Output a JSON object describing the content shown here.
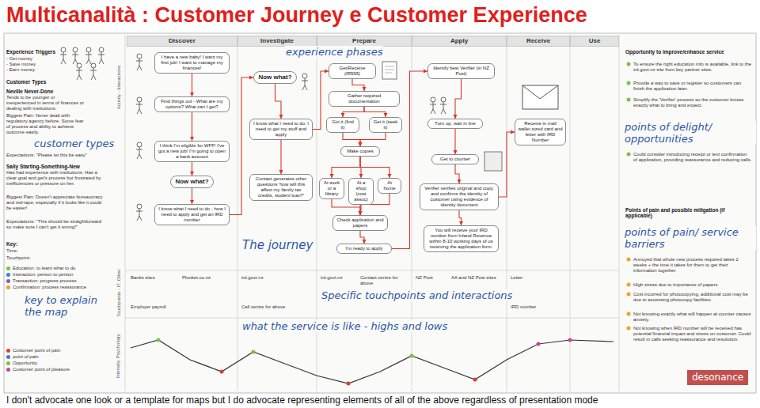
{
  "diagram": {
    "title": "Multicanalità :  Customer Journey e Customer Experience",
    "caption": "I don't advocate one look or a template for maps but I do advocate representing elements of all of the above regardless of presentation mode",
    "nodes": [
      {
        "text": [
          "Discover"
        ]
      },
      {
        "text": [
          "Investigate"
        ]
      },
      {
        "text": [
          "Prepare"
        ]
      },
      {
        "text": [
          "Apply"
        ]
      },
      {
        "text": [
          "Receive"
        ]
      },
      {
        "text": [
          "Use"
        ]
      },
      {
        "text": [
          "I have a new baby! I want my first job! I want to manage my finances!"
        ]
      },
      {
        "text": [
          "Find things out - What are my options? What can I get?"
        ]
      },
      {
        "text": [
          "I think I'm eligible for WFF! I've got a new job! I'm going to open a bank account"
        ]
      },
      {
        "text": [
          "Now what?"
        ]
      },
      {
        "text": [
          "I know what I need to do - how I need to apply and get an IRD number"
        ]
      },
      {
        "text": [
          "Now what?"
        ]
      },
      {
        "text": [
          "I know what I need to do. I need to get my stuff and apply"
        ]
      },
      {
        "text": [
          "Contact generates other questions 'how will this affect my family tax credits, student loan?'"
        ]
      },
      {
        "text": [
          "Get/Receive (IR595)"
        ]
      },
      {
        "text": [
          "Gather required documentation"
        ]
      },
      {
        "text": [
          "Got it (find it)"
        ]
      },
      {
        "text": [
          "Get it (seek it)"
        ]
      },
      {
        "text": [
          "Make copies"
        ]
      },
      {
        "text": [
          "At work or a library"
        ]
      },
      {
        "text": [
          "At a shop (cost assoc)"
        ]
      },
      {
        "text": [
          "At home"
        ]
      },
      {
        "text": [
          "Check application and papers"
        ]
      },
      {
        "text": [
          "I'm ready to apply"
        ]
      },
      {
        "text": [
          "Identify best Verifier (in NZ Post)"
        ]
      },
      {
        "text": [
          "Turn up, wait in line"
        ]
      },
      {
        "text": [
          "Get to counter"
        ]
      },
      {
        "text": [
          "Verifier verifies original and copy, and confirms the identity of customer using evidence of identity document"
        ]
      },
      {
        "text": [
          "You will receive your IRD number from Inland Revenue within 8-10 working days of us receiving the application form."
        ]
      },
      {
        "text": [
          "Receive in mail wallet sized card and letter with IRD Number"
        ]
      }
    ],
    "edges": [
      {
        "from": 6,
        "to": 7,
        "arrow": "to"
      },
      {
        "from": 7,
        "to": 8,
        "arrow": "to"
      },
      {
        "from": 8,
        "to": 9,
        "arrow": "to"
      },
      {
        "from": 9,
        "to": 10,
        "arrow": "to"
      },
      {
        "from": 10,
        "to": 11,
        "arrow": "to"
      },
      {
        "from": 11,
        "to": 12,
        "arrow": "to"
      },
      {
        "from": 12,
        "to": 13,
        "arrow": "to"
      },
      {
        "from": 12,
        "to": 14,
        "arrow": "to"
      },
      {
        "from": 14,
        "to": 15,
        "arrow": "to"
      },
      {
        "from": 15,
        "to": 16,
        "arrow": "to"
      },
      {
        "from": 15,
        "to": 17,
        "arrow": "to"
      },
      {
        "from": 16,
        "to": 18,
        "arrow": "to"
      },
      {
        "from": 17,
        "to": 18,
        "arrow": "to"
      },
      {
        "from": 18,
        "to": 19,
        "arrow": "to"
      },
      {
        "from": 18,
        "to": 20,
        "arrow": "to"
      },
      {
        "from": 18,
        "to": 21,
        "arrow": "to"
      },
      {
        "from": 19,
        "to": 22,
        "arrow": "to"
      },
      {
        "from": 20,
        "to": 22,
        "arrow": "to"
      },
      {
        "from": 21,
        "to": 22,
        "arrow": "to"
      },
      {
        "from": 22,
        "to": 23,
        "arrow": "to"
      },
      {
        "from": 23,
        "to": 24,
        "arrow": "to"
      },
      {
        "from": 24,
        "to": 25,
        "arrow": "to"
      },
      {
        "from": 25,
        "to": 26,
        "arrow": "to"
      },
      {
        "from": 26,
        "to": 27,
        "arrow": "to"
      },
      {
        "from": 27,
        "to": 28,
        "arrow": "to"
      },
      {
        "from": 27,
        "to": 29,
        "arrow": "to"
      }
    ],
    "labels": [
      "experience phases",
      "customer types",
      "The journey",
      "Specific touchpoints and interactions",
      "what the service is like - highs and lows",
      "points of delight/ opportunities",
      "points of pain/ service barriers",
      "key to explain the map",
      "Experience Triggers",
      "- Get money",
      "- Save money",
      "- Earn money",
      "Customer Types",
      "Neville Never-Done",
      "Tends to be younger or inexperienced in terms of finances or dealing with institutions.",
      "Biggest Pain: Never dealt with regulatory agency before. Some fear of process and ability to achieve outcome easily.",
      "Expectations: \"Please let this be easy\"",
      "Sally Starting-Something-New",
      "Has had experience with institutions. Has a clear goal and get's process but frustrated by inefficiencies or pressure on her.",
      "Biggest Pain: Doesn't appreciate bureaucracy and red-tape, especially if it looks like it could be easier!",
      "Expectations: \"This should be straightforward so make sure I can't get it wrong!\"",
      "Key:",
      "Time:",
      "Touchpoint:",
      "Activity - Interactions",
      "Touchpoints - IT, Other",
      "Intensity, Psychology",
      "Banks sites",
      "Plunket.co.nz",
      "ird.govt.nz",
      "Employer payroll",
      "Call centre for above",
      "ird.govt.nz",
      "Contact centre for above",
      "NZ Post",
      "AA and NZ Post sites",
      "Letter",
      "IRD number",
      "Opportunity to improve/enhance service",
      "To ensure the right education info is available, link to the ird.govt.nz site from key partner sites.",
      "Provide a way to save or register so customers can finish the application later.",
      "Simplify the 'Verifier' process so the customer knows exactly what to bring and expect.",
      "Could consider introducing receipt or text confirmation of application, providing reassurance and reducing calls.",
      "Points of pain and possible mitigation (if applicable)",
      "Annoyed that whole new process required takes 2 weeks + the time it takes for them to get their information together.",
      "High stress due to importance of papers",
      "Cost incurred for photocopying, additional cost may be due to accessing photocopy facilities.",
      "Not knowing exactly what will happen at counter causes anxiety.",
      "Not knowing when IRD number will be received has potential financial impact and stress on customer. Could result in calls seeking reassurance and resolution.",
      "desonance"
    ],
    "legend": [
      {
        "text": "Education: to learn what to do",
        "color": "#7cc242"
      },
      {
        "text": "Interaction: person to person",
        "color": "#3b7dd8"
      },
      {
        "text": "Transaction: progress process",
        "color": "#8e5bb5"
      },
      {
        "text": "Confirmation: process reassurance",
        "color": "#f0a030"
      },
      {
        "text": "Customer point of pain",
        "color": "#e03c31"
      },
      {
        "text": "point of pain",
        "color": "#3b7dd8"
      },
      {
        "text": "Opportunity",
        "color": "#7cc242"
      },
      {
        "text": "Customer point of pleasure",
        "color": "#c2479a"
      }
    ]
  }
}
